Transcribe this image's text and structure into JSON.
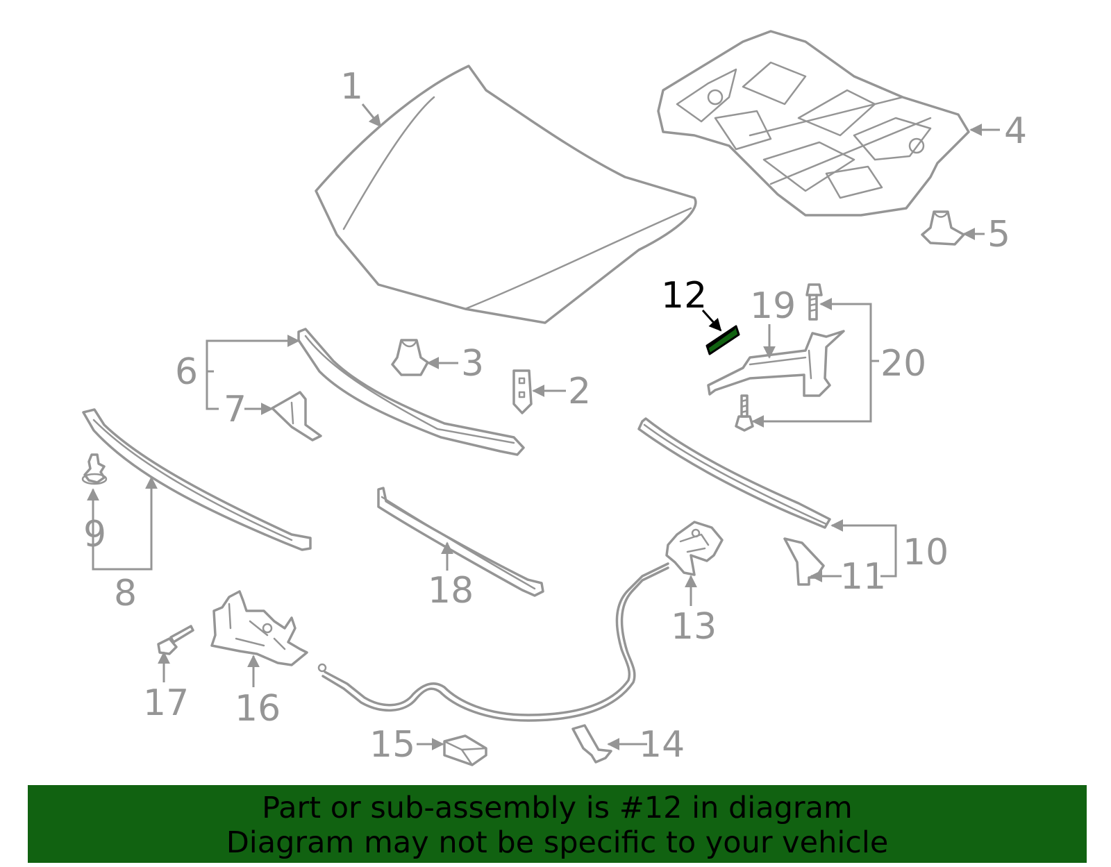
{
  "parts": [
    {
      "id": "1",
      "label": "1"
    },
    {
      "id": "2",
      "label": "2"
    },
    {
      "id": "3",
      "label": "3"
    },
    {
      "id": "4",
      "label": "4"
    },
    {
      "id": "5",
      "label": "5"
    },
    {
      "id": "6",
      "label": "6"
    },
    {
      "id": "7",
      "label": "7"
    },
    {
      "id": "8",
      "label": "8"
    },
    {
      "id": "9",
      "label": "9"
    },
    {
      "id": "10",
      "label": "10"
    },
    {
      "id": "11",
      "label": "11"
    },
    {
      "id": "12",
      "label": "12"
    },
    {
      "id": "13",
      "label": "13"
    },
    {
      "id": "14",
      "label": "14"
    },
    {
      "id": "15",
      "label": "15"
    },
    {
      "id": "16",
      "label": "16"
    },
    {
      "id": "17",
      "label": "17"
    },
    {
      "id": "18",
      "label": "18"
    },
    {
      "id": "19",
      "label": "19"
    },
    {
      "id": "20",
      "label": "20"
    }
  ],
  "highlighted_part": "12",
  "colors": {
    "highlight": "#116211",
    "line": "#959595",
    "banner_bg": "#116211"
  },
  "banner": {
    "line1": "Part or sub-assembly is #12 in diagram",
    "line2": "Diagram may not be specific to your vehicle"
  }
}
